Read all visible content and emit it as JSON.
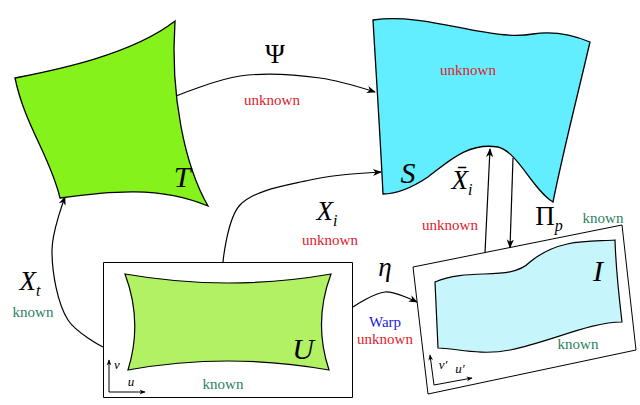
{
  "diagram": {
    "nodes": [
      {
        "text": [
          "T"
        ]
      },
      {
        "text": [
          "unknown",
          "S"
        ]
      },
      {
        "text": [
          "U",
          "known",
          "u",
          "v"
        ]
      },
      {
        "text": [
          "I",
          "known",
          "u′",
          "v′"
        ]
      }
    ],
    "edges": [
      {
        "from": 0,
        "to": 1,
        "arrow": "to",
        "label": "Ψ"
      },
      {
        "from": 2,
        "to": 0,
        "arrow": "to",
        "label": "Xt"
      },
      {
        "from": 2,
        "to": 1,
        "arrow": "to",
        "label": "Xi"
      },
      {
        "from": 2,
        "to": 3,
        "arrow": "to",
        "label": "η"
      },
      {
        "from": 1,
        "to": 3,
        "arrow": "to",
        "label": "Πp"
      },
      {
        "from": 3,
        "to": 1,
        "arrow": "to",
        "label": "X̄i"
      }
    ],
    "labels": [
      "unknown",
      "known",
      "unknown",
      "Warp",
      "unknown",
      "known",
      "unknown"
    ]
  }
}
